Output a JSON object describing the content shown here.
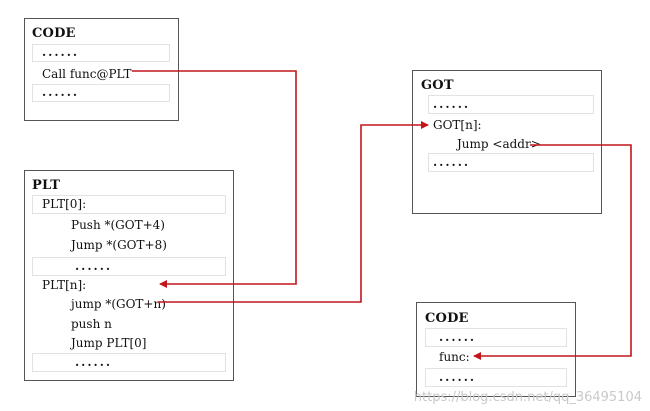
{
  "code_top": {
    "title": "CODE",
    "row1": "......",
    "row2": "Call func@PLT",
    "row3": "......"
  },
  "plt": {
    "title": "PLT",
    "plt0": "PLT[0]:",
    "push_got4": "Push *(GOT+4)",
    "jump_got8": "Jump *(GOT+8)",
    "dots": "......",
    "pltn": "PLT[n]:",
    "jump_gotn": "jump *(GOT+n)",
    "push_n": "push n",
    "jump_plt0": "Jump PLT[0]",
    "dots2": "......"
  },
  "got": {
    "title": "GOT",
    "row1": "......",
    "gotn": "GOT[n]:",
    "jump_addr": "Jump <addr>",
    "row3": "......"
  },
  "code_bottom": {
    "title": "CODE",
    "row1": "......",
    "func": "func:",
    "row3": "......"
  },
  "watermark": "https://blog.csdn.net/qq_36495104",
  "colors": {
    "arrow": "#c0161c",
    "border": "#555555"
  }
}
